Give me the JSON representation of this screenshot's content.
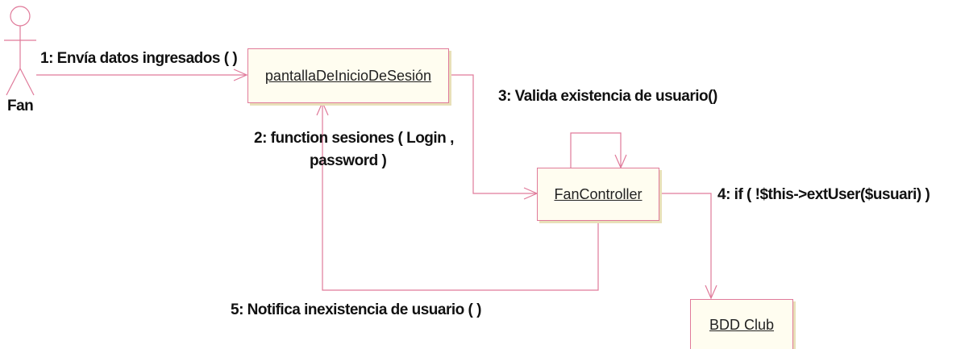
{
  "actor": {
    "name": "Fan"
  },
  "objects": {
    "login_screen": "pantallaDeInicioDeSesión",
    "controller": "FanController",
    "database": "BDD Club"
  },
  "messages": {
    "m1": "1: Envía datos ingresados ( )",
    "m2_line1": "2: function sesiones ( Login ,",
    "m2_line2": "password )",
    "m3": "3: Valida existencia de usuario()",
    "m4": "4: if ( !$this->extUser($usuari) )",
    "m5": "5: Notifica inexistencia de usuario ( )"
  },
  "colors": {
    "link": "#e07a9a",
    "box_fill": "#fffdf0",
    "box_shadow": "#e8e0b8",
    "text": "#111111"
  }
}
